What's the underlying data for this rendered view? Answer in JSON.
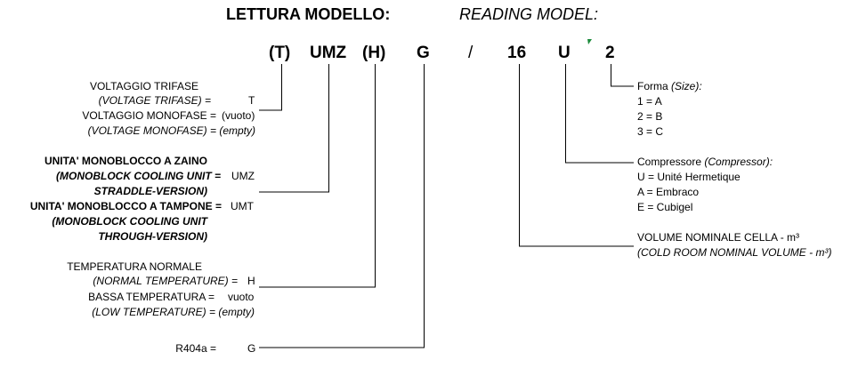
{
  "header": {
    "title_it": "LETTURA MODELLO:",
    "title_en": "READING MODEL:"
  },
  "code": {
    "t": "(T)",
    "umz": "UMZ",
    "h": "(H)",
    "g": "G",
    "slash": "/",
    "vol": "16",
    "comp": "U",
    "size": "2",
    "accent_color": "#1a8a3a"
  },
  "voltage": {
    "l1": "VOLTAGGIO TRIFASE",
    "l2": "(VOLTAGE TRIFASE) =",
    "v2": "T",
    "l3": "VOLTAGGIO MONOFASE =",
    "v3": "(vuoto)",
    "l4": "(VOLTAGE MONOFASE) = (empty)"
  },
  "unit": {
    "l1": "UNITA' MONOBLOCCO A ZAINO",
    "l2": "(MONOBLOCK COOLING UNIT  =",
    "v2": "UMZ",
    "l3": "STRADDLE-VERSION)",
    "l4": "UNITA' MONOBLOCCO A TAMPONE =",
    "v4": "UMT",
    "l5": "(MONOBLOCK COOLING UNIT",
    "l6": "THROUGH-VERSION)"
  },
  "temperature": {
    "l1": "TEMPERATURA NORMALE",
    "l2": "(NORMAL TEMPERATURE) =",
    "v2": "H",
    "l3": "BASSA TEMPERATURA  =",
    "v3": "vuoto",
    "l4": "(LOW TEMPERATURE) = (empty)"
  },
  "refrigerant": {
    "l1": "R404a =",
    "v1": "G"
  },
  "size": {
    "l1": "Forma",
    "l1_it": "(Size):",
    "o1": "1  = A",
    "o2": "2  = B",
    "o3": "3  = C"
  },
  "compressor": {
    "l1": "Compressore",
    "l1_it": "(Compressor):",
    "o1": "U  = Unité Hermetique",
    "o2": "A  = Embraco",
    "o3": "E  = Cubigel"
  },
  "volume": {
    "l1": "VOLUME NOMINALE CELLA - m³",
    "l2": "(COLD ROOM NOMINAL VOLUME - m³)"
  }
}
